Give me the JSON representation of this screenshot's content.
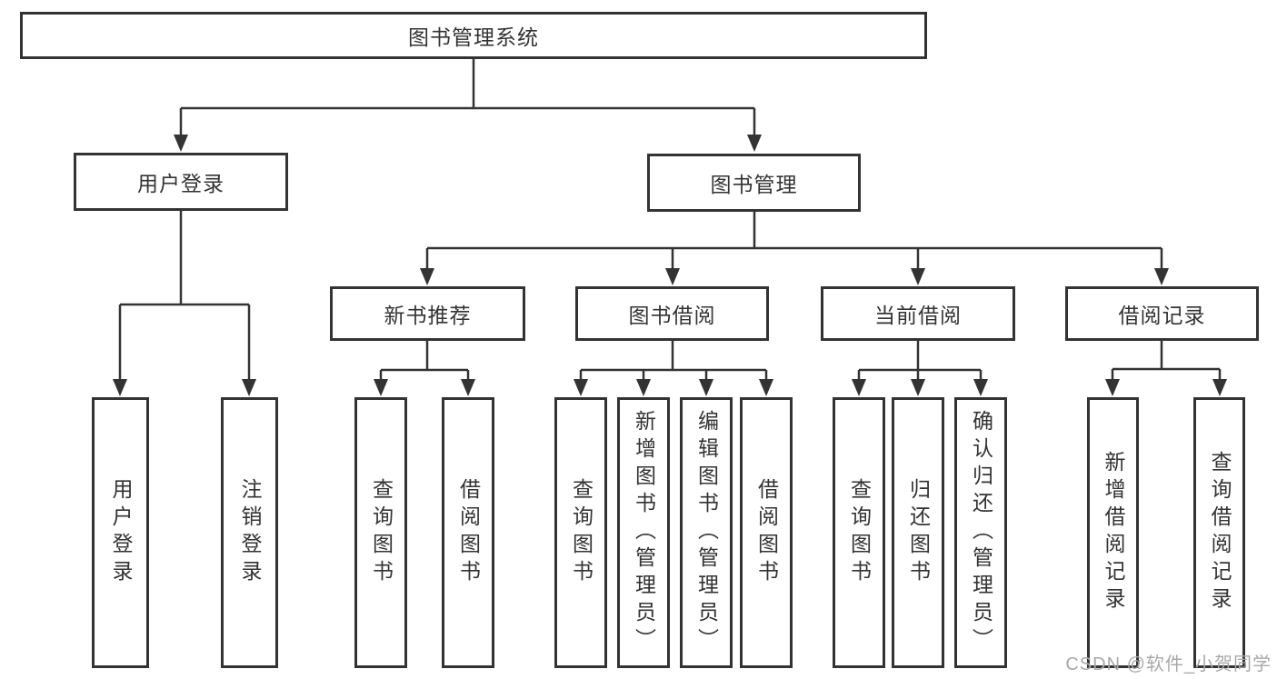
{
  "diagram": {
    "root": "图书管理系统",
    "login": {
      "label": "用户登录",
      "children": [
        "用户登录",
        "注销登录"
      ]
    },
    "management": {
      "label": "图书管理",
      "sections": {
        "recommend": {
          "label": "新书推荐",
          "children": [
            "查询图书",
            "借阅图书"
          ]
        },
        "borrow": {
          "label": "图书借阅",
          "children": [
            "查询图书",
            "新增图书（管理员）",
            "编辑图书（管理员）",
            "借阅图书"
          ]
        },
        "current": {
          "label": "当前借阅",
          "children": [
            "查询图书",
            "归还图书",
            "确认归还（管理员）"
          ]
        },
        "records": {
          "label": "借阅记录",
          "children": [
            "新增借阅记录",
            "查询借阅记录"
          ]
        }
      }
    }
  },
  "watermark": "CSDN @软件_小贺同学",
  "colors": {
    "line": "#333333",
    "text": "#333333",
    "background": "#ffffff",
    "watermark": "#a8a8a8"
  }
}
